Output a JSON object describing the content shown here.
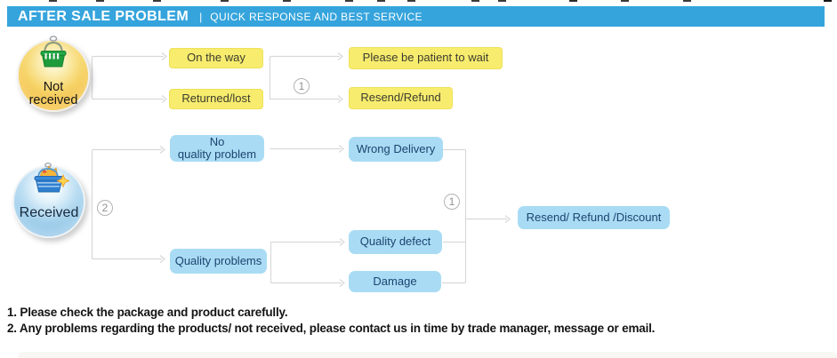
{
  "header": {
    "title": "AFTER SALE PROBLEM",
    "separator": "|",
    "subtitle": "QUICK RESPONSE AND BEST SERVICE"
  },
  "flow": {
    "not_received_label": "Not\nreceived",
    "received_label": "Received",
    "on_the_way": "On the way",
    "returned_lost": "Returned/lost",
    "please_wait": "Please be patient to wait",
    "resend_refund": "Resend/Refund",
    "no_quality_problem": "No\nquality problem",
    "quality_problems": "Quality problems",
    "wrong_delivery": "Wrong Delivery",
    "quality_defect": "Quality defect",
    "damage": "Damage",
    "resend_refund_discount": "Resend/ Refund /Discount",
    "marker_not_received_branch": "1",
    "marker_received_branch": "2",
    "marker_outcome_branch": "1"
  },
  "notes": [
    "1. Please check the package and product carefully.",
    "2. Any problems regarding the products/ not received, please contact us in time by trade manager, message or email."
  ],
  "colors": {
    "header_bar": "#35a4dc",
    "yellow_box": "#f7ec6d",
    "blue_box": "#a9dcf4",
    "connector_line": "#d9d9d9",
    "blue_box_text": "#1c4370"
  }
}
